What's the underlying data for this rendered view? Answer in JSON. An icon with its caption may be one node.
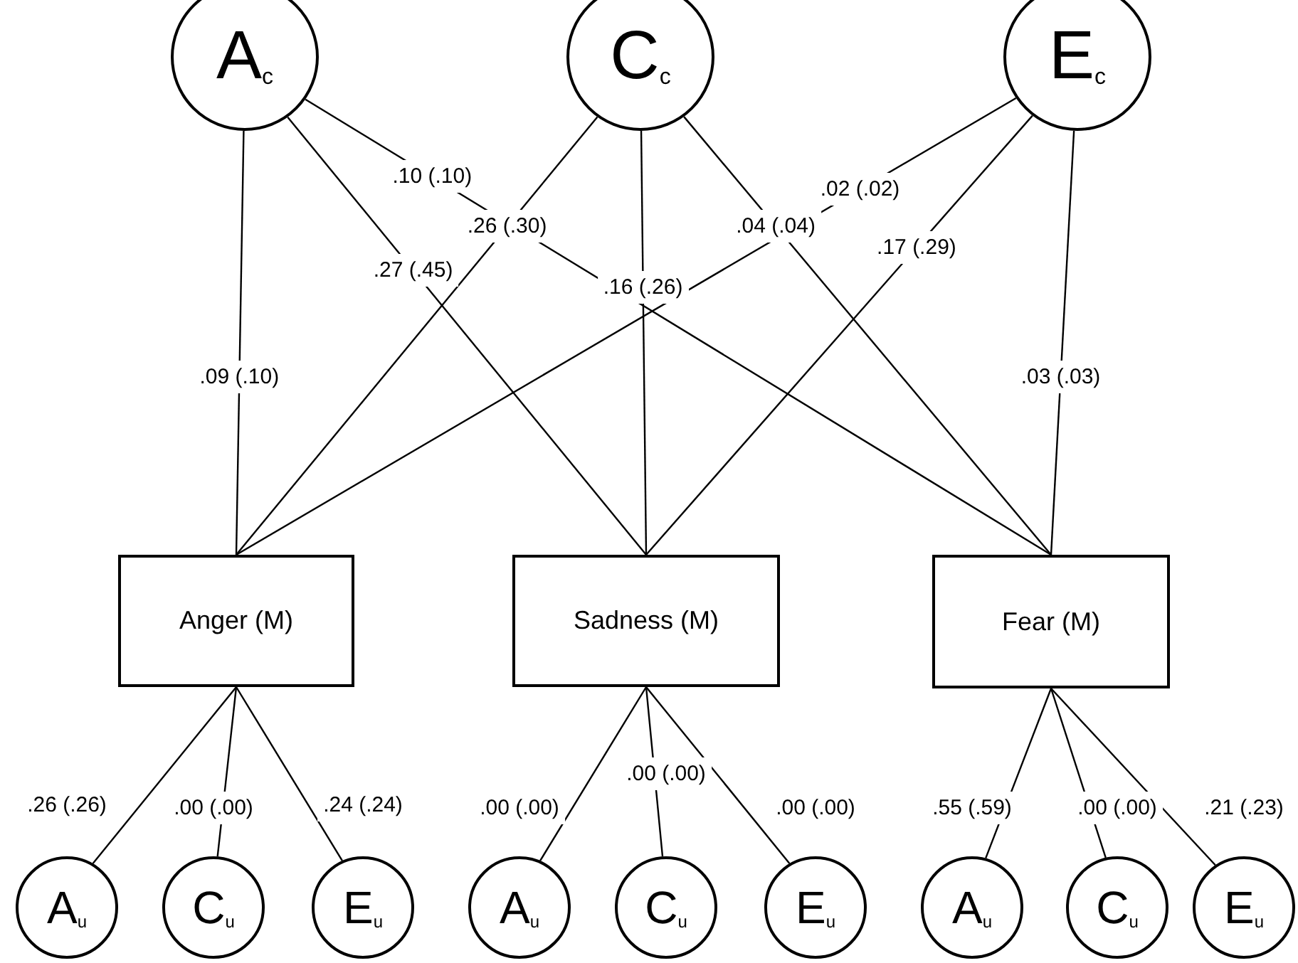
{
  "diagram": {
    "nodes": [
      {
        "text": [
          "A$_{c}$"
        ]
      },
      {
        "text": [
          "C$_{c}$"
        ]
      },
      {
        "text": [
          "E$_{c}$"
        ]
      },
      {
        "text": [
          "Anger (M)"
        ]
      },
      {
        "text": [
          "Sadness (M)"
        ]
      },
      {
        "text": [
          "Fear (M)"
        ]
      },
      {
        "text": [
          "A$_{u}$"
        ]
      },
      {
        "text": [
          "C$_{u}$"
        ]
      },
      {
        "text": [
          "E$_{u}$"
        ]
      },
      {
        "text": [
          "A$_{u}$"
        ]
      },
      {
        "text": [
          "C$_{u}$"
        ]
      },
      {
        "text": [
          "E$_{u}$"
        ]
      },
      {
        "text": [
          "A$_{u}$"
        ]
      },
      {
        "text": [
          "C$_{u}$"
        ]
      },
      {
        "text": [
          "E$_{u}$"
        ]
      }
    ],
    "edges": [
      {
        "from": 0,
        "to": 3,
        "arrow": "none",
        "label": ".09 (.10)"
      },
      {
        "from": 0,
        "to": 4,
        "arrow": "none",
        "label": ".27 (.45)"
      },
      {
        "from": 0,
        "to": 5,
        "arrow": "none",
        "label": ".10 (.10)"
      },
      {
        "from": 1,
        "to": 3,
        "arrow": "none",
        "label": ".26 (.30)"
      },
      {
        "from": 1,
        "to": 4,
        "arrow": "none",
        "label": ".16 (.26)"
      },
      {
        "from": 1,
        "to": 5,
        "arrow": "none",
        "label": ".04 (.04)"
      },
      {
        "from": 2,
        "to": 3,
        "arrow": "none",
        "label": ".02 (.02)"
      },
      {
        "from": 2,
        "to": 4,
        "arrow": "none",
        "label": ".17 (.29)"
      },
      {
        "from": 2,
        "to": 5,
        "arrow": "none",
        "label": ".03 (.03)"
      },
      {
        "from": 3,
        "to": 6,
        "arrow": "none",
        "label": ".26 (.26)"
      },
      {
        "from": 3,
        "to": 7,
        "arrow": "none",
        "label": ".00 (.00)"
      },
      {
        "from": 3,
        "to": 8,
        "arrow": "none",
        "label": ".24 (.24)"
      },
      {
        "from": 4,
        "to": 9,
        "arrow": "none",
        "label": ".00 (.00)"
      },
      {
        "from": 4,
        "to": 10,
        "arrow": "none",
        "label": ".00 (.00)"
      },
      {
        "from": 4,
        "to": 11,
        "arrow": "none",
        "label": ".00 (.00)"
      },
      {
        "from": 5,
        "to": 12,
        "arrow": "none",
        "label": ".55 (.59)"
      },
      {
        "from": 5,
        "to": 13,
        "arrow": "none",
        "label": ".00 (.00)"
      },
      {
        "from": 5,
        "to": 14,
        "arrow": "none",
        "label": ".21 (.23)"
      }
    ]
  }
}
